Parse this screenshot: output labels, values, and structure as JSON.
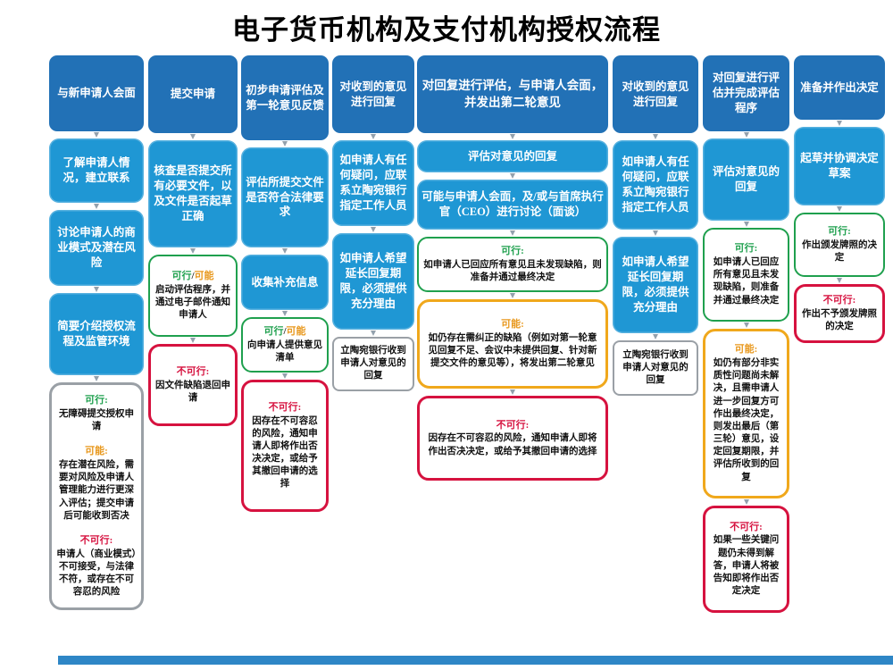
{
  "title": "电子货币机构及支付机构授权流程",
  "colors": {
    "stage_header_blue": "#2271b6",
    "step_blue": "#1f97d4",
    "feasible_green": "#1fa04e",
    "possible_orange": "#f0a81c",
    "not_feasible_red": "#d6123f",
    "neutral_gray": "#9aa0a6",
    "footer_bar_blue": "#2e86c6"
  },
  "columns": [
    {
      "header": "与新申请人会面",
      "steps": [
        "了解申请人情况，建立联系",
        "讨论申请人的商业模式及潜在风险",
        "简要介绍授权流程及监管环境"
      ],
      "summary": {
        "sections": [
          {
            "label": "可行:",
            "text": "无障碍提交授权申请"
          },
          {
            "label": "可能:",
            "text": "存在潜在风险，需要对风险及申请人管理能力进行更深入评估；提交申请后可能收到否决"
          },
          {
            "label": "不可行:",
            "text": "申请人（商业模式）不可接受，与法律不符，或存在不可容忍的风险"
          }
        ]
      }
    },
    {
      "header": "提交申请",
      "steps": [
        "核查是否提交所有必要文件，以及文件是否起草正确"
      ],
      "outcomes": [
        {
          "label_ok": "可行",
          "label_sep": "/",
          "label_maybe": "可能",
          "text": "启动评估程序，并通过电子邮件通知申请人"
        },
        {
          "label": "不可行:",
          "text": "因文件缺陷退回申请"
        }
      ]
    },
    {
      "header": "初步申请评估及第一轮意见反馈",
      "steps": [
        "评估所提交文件是否符合法律要求",
        "收集补充信息"
      ],
      "outcomes": [
        {
          "label_ok": "可行",
          "label_sep": "/",
          "label_maybe": "可能",
          "text": "向申请人提供意见清单"
        },
        {
          "label": "不可行:",
          "text": "因存在不可容忍的风险，通知申请人即将作出否决决定，或给予其撤回申请的选择"
        }
      ]
    },
    {
      "header": "对收到的意见进行回复",
      "steps": [
        "如申请人有任何疑问，应联系立陶宛银行指定工作人员",
        "如申请人希望延长回复期限，必须提供充分理由"
      ],
      "note": "立陶宛银行收到申请人对意见的回复"
    },
    {
      "header": "对回复进行评估，与申请人会面，并发出第二轮意见",
      "steps": [
        "评估对意见的回复",
        "可能与申请人会面，及/或与首席执行官（CEO）进行讨论（面谈）"
      ],
      "outcomes": [
        {
          "label": "可行:",
          "text": "如申请人已回应所有意见且未发现缺陷，则准备并通过最终决定"
        },
        {
          "label": "可能:",
          "text": "如仍存在需纠正的缺陷（例如对第一轮意见回复不足、会议中未提供回复、针对新提交文件的意见等），将发出第二轮意见"
        },
        {
          "label": "不可行:",
          "text": "因存在不可容忍的风险，通知申请人即将作出否决决定，或给予其撤回申请的选择"
        }
      ]
    },
    {
      "header": "对收到的意见进行回复",
      "steps": [
        "如申请人有任何疑问，应联系立陶宛银行指定工作人员",
        "如申请人希望延长回复期限，必须提供充分理由"
      ],
      "note": "立陶宛银行收到申请人对意见的回复"
    },
    {
      "header": "对回复进行评估并完成评估程序",
      "steps": [
        "评估对意见的回复"
      ],
      "outcomes": [
        {
          "label": "可行:",
          "text": "如申请人已回应所有意见且未发现缺陷，则准备并通过最终决定"
        },
        {
          "label": "可能:",
          "text": "如仍有部分非实质性问题尚未解决，且需申请人进一步回复方可作出最终决定，则发出最后（第三轮）意见，设定回复期限，并评估所收到的回复"
        },
        {
          "label": "不可行:",
          "text": "如果一些关键问题仍未得到解答，申请人将被告知即将作出否定决定"
        }
      ]
    },
    {
      "header": "准备并作出决定",
      "steps": [
        "起草并协调决定草案"
      ],
      "outcomes": [
        {
          "label": "可行:",
          "text": "作出颁发牌照的决定"
        },
        {
          "label": "不可行:",
          "text": "作出不予颁发牌照的决定"
        }
      ]
    }
  ]
}
